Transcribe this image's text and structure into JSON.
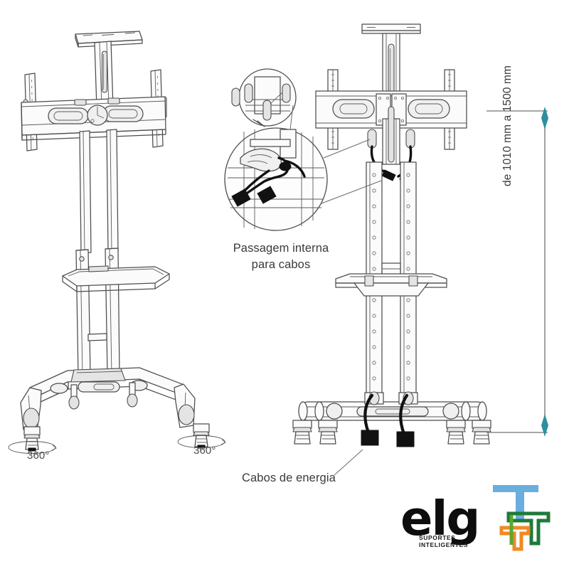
{
  "document": {
    "type": "technical-product-diagram",
    "subject": "TV floor stand / mobile cart",
    "background_color": "#ffffff",
    "line_color": "#4d4d4d",
    "text_color": "#3a3a3a"
  },
  "annotations": {
    "cable_passage": {
      "line1": "Passagem interna",
      "line2": "para cabos",
      "full": "Passagem interna para cabos"
    },
    "power_cables": "Cabos de energia",
    "height_dimension": "de 1010 mm a 1500 mm",
    "caster_rotation_left": "360°",
    "caster_rotation_right": "360°"
  },
  "dimension": {
    "label": "de 1010 mm a 1500 mm",
    "min_mm": 1010,
    "max_mm": 1500,
    "unit": "mm",
    "arrow_color": "#2e8f9e",
    "orientation": "vertical"
  },
  "views": {
    "left": {
      "name": "perspective-view",
      "parts": [
        "camera-shelf",
        "tv-mount-crossbar",
        "vertical-rails",
        "telescoping-column",
        "av-shelf",
        "curved-base",
        "casters"
      ]
    },
    "right": {
      "name": "front-elevation-view",
      "parts": [
        "camera-shelf",
        "tv-mount-crossbar",
        "vertical-rails",
        "columns-with-holes",
        "av-shelf",
        "straight-base",
        "casters",
        "power-cables"
      ]
    }
  },
  "detail_callouts": [
    {
      "name": "slot-detail",
      "shape": "circle"
    },
    {
      "name": "cable-routing-detail",
      "shape": "circle"
    }
  ],
  "logo": {
    "wordmark": "elg",
    "tagline_line1": "SUPORTES",
    "tagline_line2": "INTELIGENTES",
    "wordmark_color": "#0d0d0d",
    "mark_colors": {
      "blue": "#6aaedd",
      "green": "#5aa832",
      "dark_green": "#1f7a3a",
      "orange": "#ef8a22",
      "yellow": "#f0c419"
    }
  }
}
